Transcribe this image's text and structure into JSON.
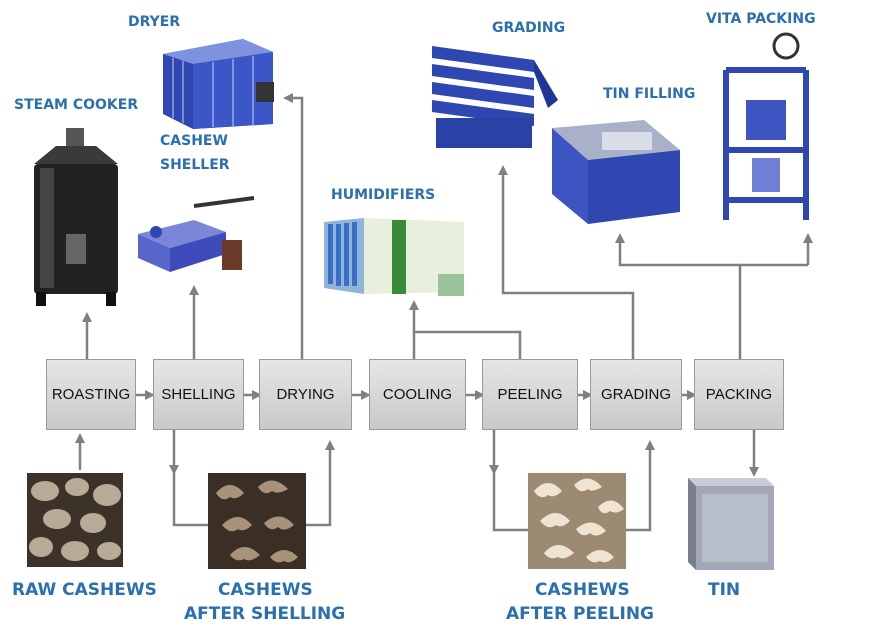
{
  "steps": [
    "ROASTING",
    "SHELLING",
    "DRYING",
    "COOLING",
    "PEELING",
    "GRADING",
    "PACKING"
  ],
  "machines": {
    "dryer": "DRYER",
    "steam_cooker": "STEAM COOKER",
    "cashew_sheller_1": "CASHEW",
    "cashew_sheller_2": "SHELLER",
    "humidifiers": "HUMIDIFIERS",
    "grading": "GRADING",
    "tin_filling": "TIN FILLING",
    "vita_packing": "VITA PACKING"
  },
  "products": {
    "raw_cashews": "RAW CASHEWS",
    "after_shelling_1": "CASHEWS",
    "after_shelling_2": "AFTER SHELLING",
    "after_peeling_1": "CASHEWS",
    "after_peeling_2": "AFTER PEELING",
    "tin": "TIN"
  },
  "colors": {
    "label_blue": "#2a6fb0",
    "machine_blue": "#2f47b0",
    "connector_gray": "#808080"
  }
}
